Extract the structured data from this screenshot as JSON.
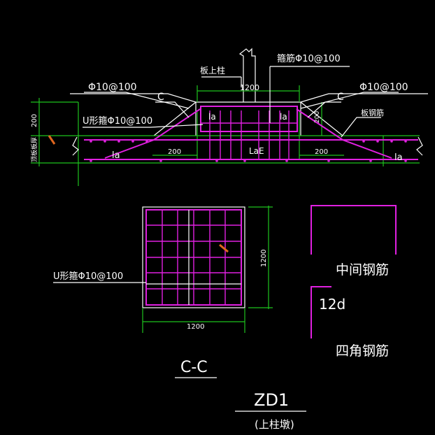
{
  "elevation": {
    "stirrup_label": "箍筋Φ10@100",
    "column_label": "板上柱",
    "dim_column_width": "1200",
    "left_rebar_label": "Φ10@100",
    "right_rebar_label": "Φ10@100",
    "left_c_label": "C",
    "right_c_label": "C",
    "u_stirrup_label": "U形箍Φ10@100",
    "slab_rebar_label": "板钢筋",
    "dim_left_200": "200",
    "dim_right_200": "200",
    "dim_vertical_left": "200",
    "dim_vertical_right": "200",
    "slab_thickness_label": "顶板板厚",
    "la_left_bottom": "la",
    "la_left_top": "la",
    "la_right_top": "la",
    "la_right_bottom": "la",
    "lae_center": "LaE"
  },
  "section": {
    "u_stirrup_label": "U形箍Φ10@100",
    "dim_width": "1200",
    "dim_height": "1200",
    "label": "C-C"
  },
  "details": {
    "middle_rebar": "中间钢筋",
    "hook_length": "12d",
    "corner_rebar": "四角钢筋"
  },
  "title": {
    "name": "ZD1",
    "subtitle": "(上柱墩)"
  }
}
